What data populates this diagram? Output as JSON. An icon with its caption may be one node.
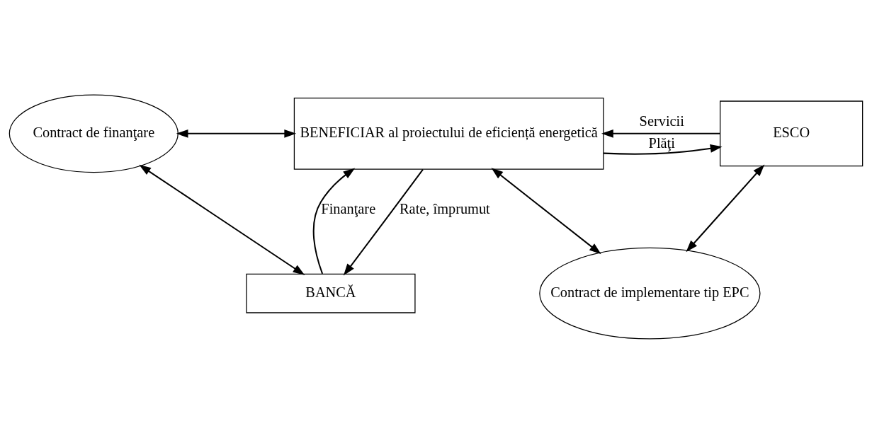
{
  "diagram": {
    "nodes": [
      {
        "text": [
          "Contract de implementare tip EPC"
        ]
      },
      {
        "text": [
          "BENEFICIAR al proiectului de eficiență energetică"
        ]
      },
      {
        "text": [
          "ESCO"
        ]
      },
      {
        "text": [
          "Contract de finanţare"
        ]
      },
      {
        "text": [
          "BANCĂ"
        ]
      }
    ],
    "edges": [
      {
        "from": 1,
        "to": 0,
        "arrow": "both"
      },
      {
        "from": 2,
        "to": 0,
        "arrow": "both"
      },
      {
        "from": 1,
        "to": 2,
        "arrow": "to",
        "label": "Plăţi"
      },
      {
        "from": 2,
        "to": 1,
        "arrow": "to",
        "label": "Servicii"
      },
      {
        "from": 3,
        "to": 1,
        "arrow": "both"
      },
      {
        "from": 3,
        "to": 4,
        "arrow": "both"
      },
      {
        "from": 4,
        "to": 1,
        "arrow": "to",
        "label": "Finanţare"
      },
      {
        "from": 1,
        "to": 4,
        "arrow": "to",
        "label": "Rate, împrumut"
      }
    ]
  }
}
